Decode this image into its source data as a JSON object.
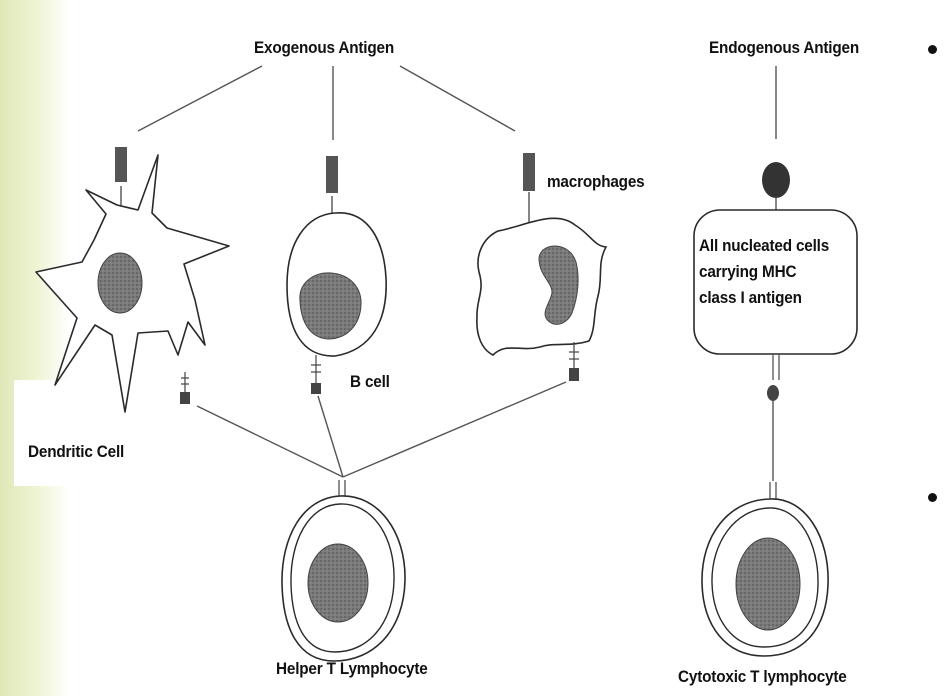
{
  "labels": {
    "exogenous": "Exogenous Antigen",
    "endogenous": "Endogenous Antigen",
    "macrophages": "macrophages",
    "b_cell": "B cell",
    "dendritic": "Dendritic Cell",
    "nucleated_lines": [
      "All nucleated cells",
      "carrying MHC",
      "class I antigen"
    ],
    "helper": "Helper T Lymphocyte",
    "cytotoxic": "Cytotoxic T lymphocyte"
  },
  "colors": {
    "nucleus": "#6e6e6e",
    "outline": "#2a2a2a",
    "line": "#555555",
    "page_band": "#e4ecc0"
  }
}
